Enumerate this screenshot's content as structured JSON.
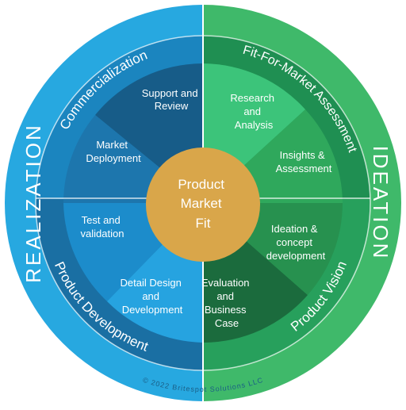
{
  "center": {
    "lines": [
      "Product",
      "Market",
      "Fit"
    ]
  },
  "outer_labels": {
    "left": "REALIZATION",
    "right": "IDEATION"
  },
  "middle_labels": {
    "commercialization": "Commercialization",
    "fit_for_market": "Fit-For-Market Assessment",
    "product_vision": "Product Vision",
    "product_development": "Product Development"
  },
  "stages": {
    "support_review": [
      "Support and",
      "Review"
    ],
    "market_deployment": [
      "Market",
      "Deployment"
    ],
    "test_validation": [
      "Test and",
      "validation"
    ],
    "detail_design": [
      "Detail Design",
      "and",
      "Development"
    ],
    "evaluation": [
      "Evaluation",
      "and",
      "Business",
      "Case"
    ],
    "ideation_concept": [
      "Ideation &",
      "concept",
      "development"
    ],
    "insights": [
      "Insights &",
      "Assessment"
    ],
    "research": [
      "Research",
      "and",
      "Analysis"
    ]
  },
  "copyright": "© 2022 Britespot Solutions LLC",
  "colors": {
    "outer_blue": "#27a8e0",
    "outer_green": "#3fb96a",
    "band_blue_top": "#1b85bf",
    "band_blue_bottom": "#1a6fa3",
    "band_green_top": "#1f8f52",
    "band_green_bottom": "#27a05c",
    "center_gold": "#d9a64a"
  }
}
